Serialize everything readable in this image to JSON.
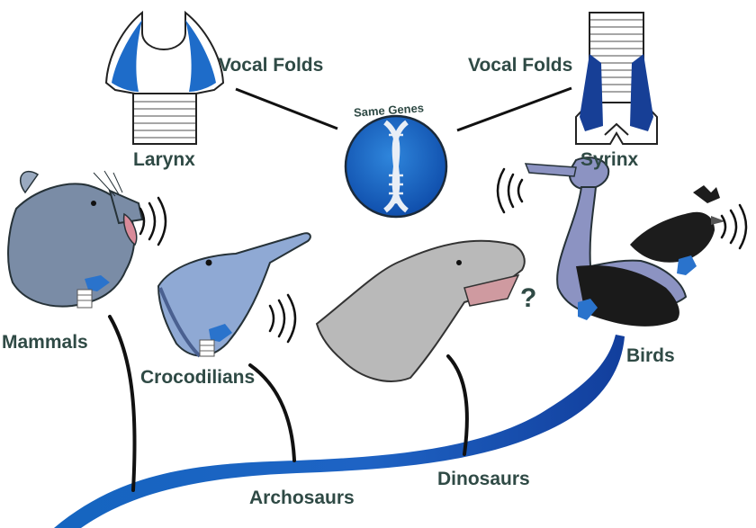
{
  "labels": {
    "larynx_vocal_folds": "Vocal Folds",
    "syrinx_vocal_folds": "Vocal Folds",
    "larynx": "Larynx",
    "syrinx": "Syrinx",
    "same_genes": "Same Genes",
    "mammals": "Mammals",
    "crocodilians": "Crocodilians",
    "dinosaurs": "Dinosaurs",
    "archosaurs": "Archosaurs",
    "birds": "Birds",
    "unknown": "?"
  },
  "colors": {
    "text": "#2f4a45",
    "accent_blue": "#1565c0",
    "dark_blue": "#0d47a1",
    "light_blue": "#6fa3d8"
  },
  "icons": [
    "dna-icon",
    "sound-waves-icon",
    "larynx-icon",
    "syrinx-icon"
  ]
}
